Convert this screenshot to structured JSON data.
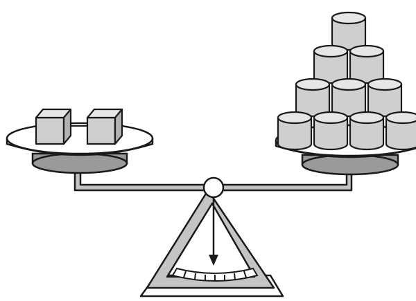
{
  "diagram": {
    "type": "balance-scale",
    "left_pan": {
      "object": "cube",
      "count": 2
    },
    "right_pan": {
      "object": "can",
      "count": 10,
      "stack_rows": [
        4,
        3,
        2,
        1
      ]
    },
    "pointer_direction": "down",
    "colors": {
      "outline": "#1a1a1a",
      "object_fill": "#cfcfcf",
      "object_top": "#e6e6e6",
      "pan_top": "#ffffff",
      "pan_under": "#9a9a9a",
      "frame_fill": "#c4c4c4",
      "background": "#ffffff"
    }
  }
}
